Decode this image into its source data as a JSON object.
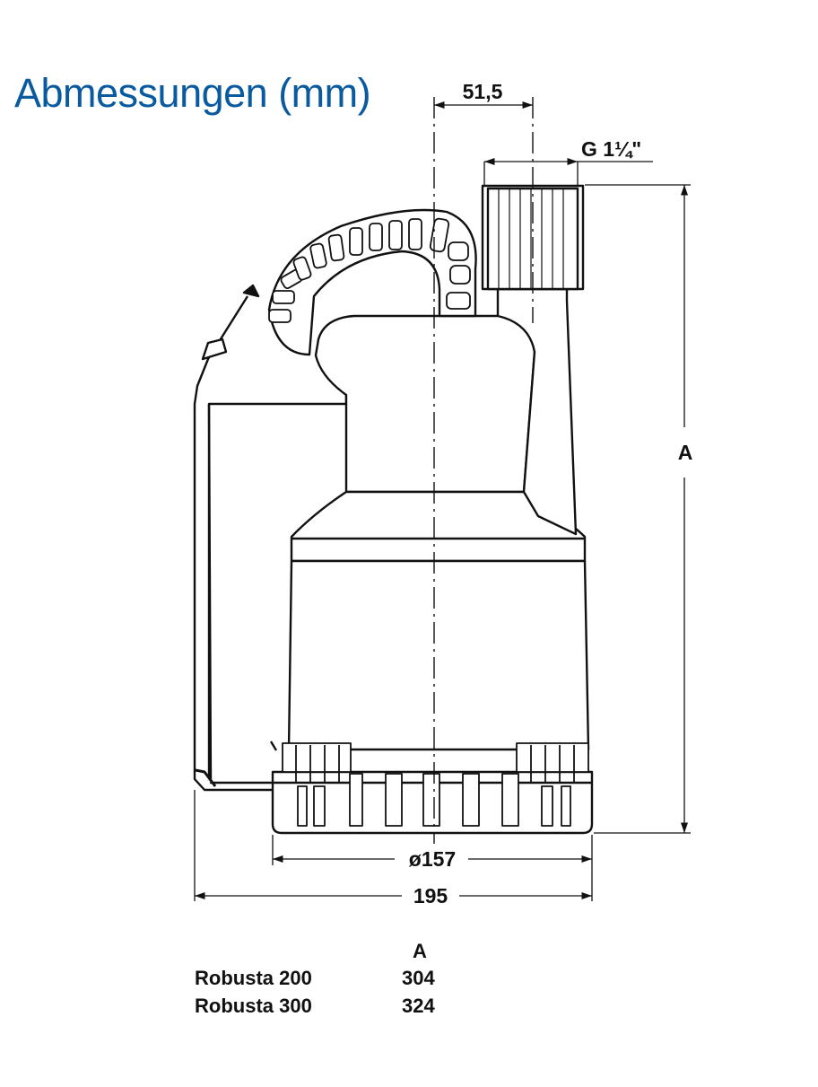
{
  "title": "Abmessungen (mm)",
  "dimensions": {
    "offset": "51,5",
    "thread": "G 1¼\"",
    "height": "A",
    "base_diameter": "ø157",
    "overall_width": "195"
  },
  "table": {
    "column_header": "A",
    "rows": [
      {
        "model": "Robusta 200",
        "value": "304"
      },
      {
        "model": "Robusta 300",
        "value": "324"
      }
    ]
  }
}
